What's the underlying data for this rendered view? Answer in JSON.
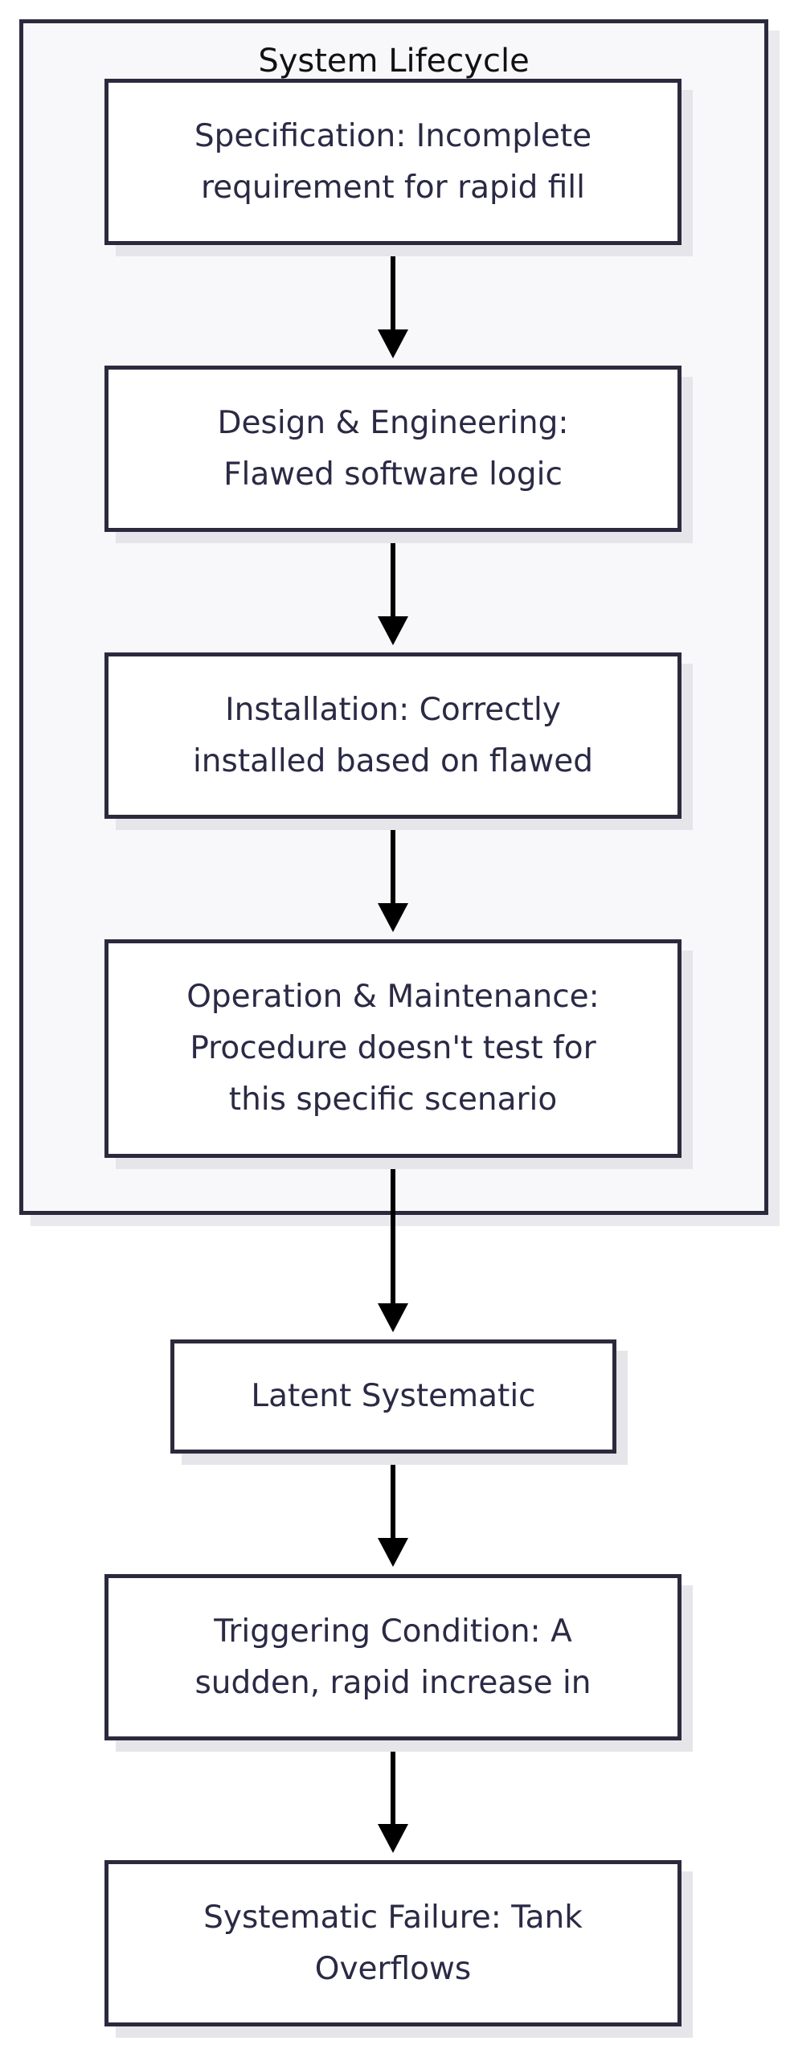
{
  "diagram": {
    "cluster_title": "System Lifecycle",
    "nodes": {
      "specification": {
        "line1": "Specification: Incomplete",
        "line2": "requirement for rapid fill"
      },
      "design": {
        "line1": "Design & Engineering:",
        "line2": "Flawed software logic"
      },
      "installation": {
        "line1": "Installation: Correctly",
        "line2": "installed based on flawed"
      },
      "operation": {
        "line1": "Operation & Maintenance:",
        "line2": "Procedure doesn't test for",
        "line3": "this specific scenario"
      },
      "latent": {
        "line1": "Latent Systematic"
      },
      "triggering": {
        "line1": "Triggering Condition: A",
        "line2": "sudden, rapid increase in"
      },
      "failure": {
        "line1": "Systematic Failure: Tank",
        "line2": "Overflows"
      }
    },
    "colors": {
      "border": "#2b2a3d",
      "text": "#2b2a45",
      "edge": "#000000",
      "cluster_fill": "#f8f8fb"
    }
  }
}
